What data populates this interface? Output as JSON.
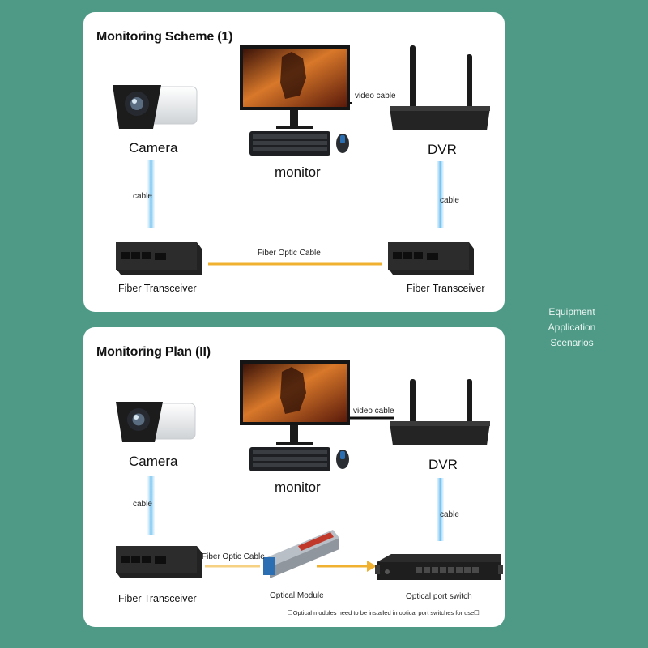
{
  "side_label": [
    "Equipment",
    "Application",
    "Scenarios"
  ],
  "scheme1": {
    "title": "Monitoring Scheme (1)",
    "camera": "Camera",
    "monitor": "monitor",
    "dvr": "DVR",
    "video_cable": "video cable",
    "cable_left": "cable",
    "cable_right": "cable",
    "fiber_cable": "Fiber Optic Cable",
    "transceiver_left": "Fiber Transceiver",
    "transceiver_right": "Fiber Transceiver"
  },
  "scheme2": {
    "title": "Monitoring Plan (II)",
    "camera": "Camera",
    "monitor": "monitor",
    "dvr": "DVR",
    "video_cable": "video cable",
    "cable_left": "cable",
    "cable_right": "cable",
    "fiber_cable": "Fiber Optic Cable",
    "transceiver": "Fiber Transceiver",
    "optical_module": "Optical Module",
    "switch": "Optical port switch",
    "note": "☐Optical modules need to be installed in optical port switches for use☐"
  },
  "colors": {
    "background": "#4f9a87",
    "fiber": "#f0b030",
    "cable": "#7cc4ee"
  }
}
